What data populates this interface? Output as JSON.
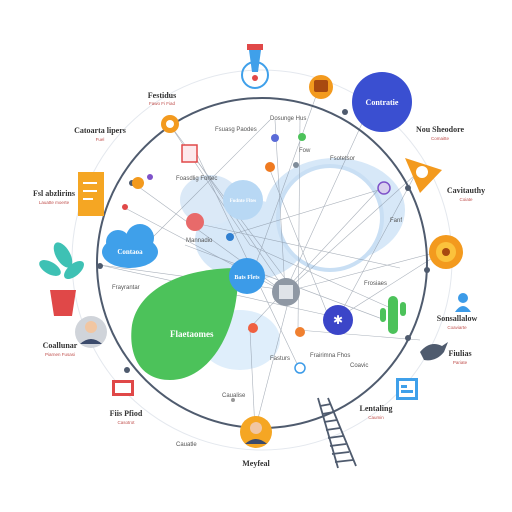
{
  "outer_labels": [
    {
      "key": "top_left",
      "title": "Festidus",
      "sub": "Fawo Fi Fiad"
    },
    {
      "key": "upper_left",
      "title": "Catoarta lipers",
      "sub": "Fuel"
    },
    {
      "key": "left_doc",
      "title": "Fsl abzlirins",
      "sub": "Lauatte moerte"
    },
    {
      "key": "left_person",
      "title": "Coallunar",
      "sub": "Piarnen Fusasi"
    },
    {
      "key": "bottom_left",
      "title": "Fiis Pfiod",
      "sub": "Casotrot"
    },
    {
      "key": "bottom",
      "title": "Meyfeal",
      "sub": ""
    },
    {
      "key": "bottom_right",
      "title": "Lentaling",
      "sub": "Caumin"
    },
    {
      "key": "right_lower",
      "title": "Fiulias",
      "sub": "Pariate"
    },
    {
      "key": "right_mid",
      "title": "Sonsallalow",
      "sub": "Coaviarte"
    },
    {
      "key": "right_upper",
      "title": "Cavitauthy",
      "sub": "Coiate"
    },
    {
      "key": "top_right",
      "title": "Nou Sheodore",
      "sub": "Comaitte"
    }
  ],
  "inner_labels": [
    {
      "key": "il1",
      "text": "Fsuasg Paodes"
    },
    {
      "key": "il2",
      "text": "Dosunge  Hus"
    },
    {
      "key": "il3",
      "text": "Fow"
    },
    {
      "key": "il4",
      "text": "Fsotetsor"
    },
    {
      "key": "il5",
      "text": "Foasdlig Fortec"
    },
    {
      "key": "il6",
      "text": "Mannadio"
    },
    {
      "key": "il7",
      "text": "Frayrantar"
    },
    {
      "key": "il8",
      "text": "Frosiaes"
    },
    {
      "key": "il9",
      "text": "Fanf"
    },
    {
      "key": "il10",
      "text": "Coavic"
    },
    {
      "key": "il11",
      "text": "Frairimna  Fhos"
    },
    {
      "key": "il12",
      "text": "Fasturs"
    },
    {
      "key": "il13",
      "text": "Caualise"
    },
    {
      "key": "il14",
      "text": "Cauatle"
    }
  ],
  "bubbles": {
    "blue_top": "Contratie",
    "cloud": "Contaoa",
    "green": "Flaetaomes",
    "light_mid": "Fodnte Fltes",
    "small_blue": "Bats Flets"
  },
  "colors": {
    "outer_ring": "#4f5b6e",
    "inner_ring": "#c9d2dc",
    "accent_blue": "#3a4fd1",
    "accent_green": "#4cc25a",
    "accent_orange": "#f39a1e",
    "accent_red": "#e04848",
    "light_blue": "#bfdcf5"
  },
  "icons": [
    "pen-nib-icon",
    "ladder-icon",
    "plant-icon",
    "document-icon",
    "chart-screen-icon",
    "person-icon",
    "cactus-icon",
    "bird-icon",
    "hands-icon"
  ]
}
